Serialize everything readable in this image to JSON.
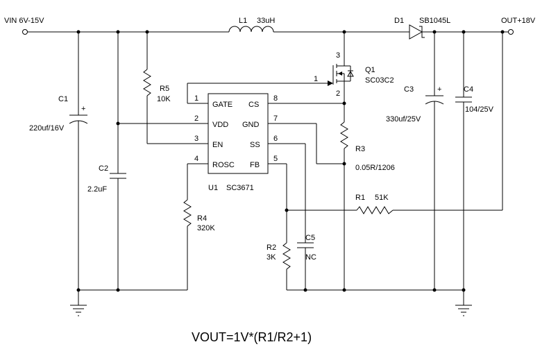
{
  "input": {
    "label": "VIN 6V-15V"
  },
  "output": {
    "label": "OUT+18V"
  },
  "components": {
    "L1": {
      "ref": "L1",
      "value": "33uH"
    },
    "D1": {
      "ref": "D1",
      "value": "SB1045L"
    },
    "Q1": {
      "ref": "Q1",
      "value": "SC03C2",
      "pin_gate": "1",
      "pin_drain": "3",
      "pin_source": "2"
    },
    "C1": {
      "ref": "C1",
      "value": "220uf/16V",
      "polarity": "+"
    },
    "C2": {
      "ref": "C2",
      "value": "2.2uF"
    },
    "C3": {
      "ref": "C3",
      "value": "330uf/25V",
      "polarity": "+"
    },
    "C4": {
      "ref": "C4",
      "value": "104/25V"
    },
    "C5": {
      "ref": "C5",
      "value": "NC"
    },
    "R1": {
      "ref": "R1",
      "value": "51K"
    },
    "R2": {
      "ref": "R2",
      "value": "3K"
    },
    "R3": {
      "ref": "R3",
      "value": "0.05R/1206"
    },
    "R4": {
      "ref": "R4",
      "value": "320K"
    },
    "R5": {
      "ref": "R5",
      "value": "10K"
    },
    "U1": {
      "ref": "U1",
      "value": "SC3671"
    }
  },
  "ic_pins": {
    "left": [
      {
        "num": "1",
        "name": "GATE"
      },
      {
        "num": "2",
        "name": "VDD"
      },
      {
        "num": "3",
        "name": "EN"
      },
      {
        "num": "4",
        "name": "ROSC"
      }
    ],
    "right": [
      {
        "num": "8",
        "name": "CS"
      },
      {
        "num": "7",
        "name": "GND"
      },
      {
        "num": "6",
        "name": "SS"
      },
      {
        "num": "5",
        "name": "FB"
      }
    ]
  },
  "formula": "VOUT=1V*(R1/R2+1)"
}
